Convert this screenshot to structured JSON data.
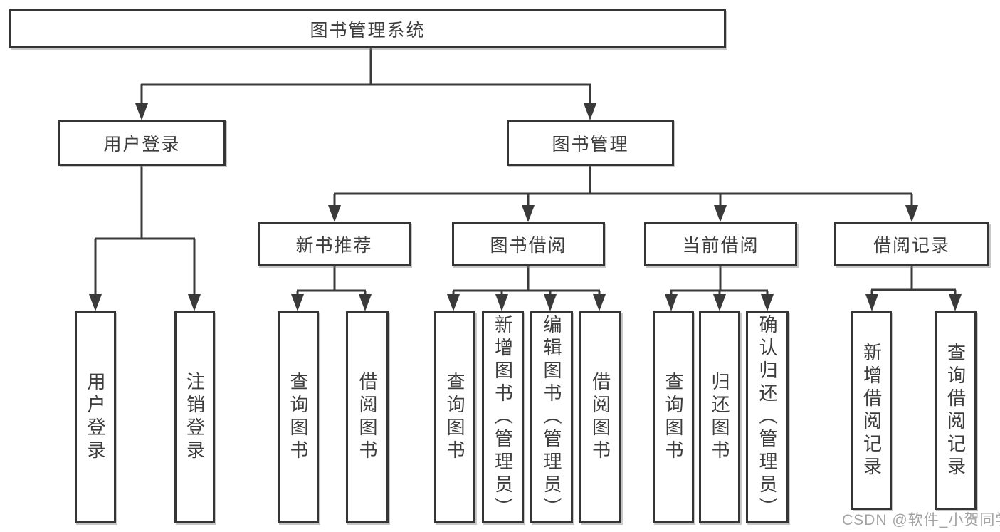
{
  "diagram": {
    "nodes": {
      "root": "图书管理系统",
      "user_login": "用户登录",
      "book_mgmt": "图书管理",
      "new_book_rec": "新书推荐",
      "book_borrow": "图书借阅",
      "current_borrow": "当前借阅",
      "borrow_record": "借阅记录",
      "ul_user_login": "用户登录",
      "ul_logout": "注销登录",
      "nbr_query_book": "查询图书",
      "nbr_borrow_book": "借阅图书",
      "bb_query_book": "查询图书",
      "bb_add_book": "新增图书（管理员）",
      "bb_edit_book": "编辑图书（管理员）",
      "bb_borrow_book": "借阅图书",
      "cb_query_book": "查询图书",
      "cb_return_book": "归还图书",
      "cb_confirm_return": "确认归还（管理员）",
      "br_add_record": "新增借阅记录",
      "br_query_record": "查询借阅记录"
    },
    "hierarchy": {
      "图书管理系统": {
        "用户登录": [
          "用户登录",
          "注销登录"
        ],
        "图书管理": {
          "新书推荐": [
            "查询图书",
            "借阅图书"
          ],
          "图书借阅": [
            "查询图书",
            "新增图书（管理员）",
            "编辑图书（管理员）",
            "借阅图书"
          ],
          "当前借阅": [
            "查询图书",
            "归还图书",
            "确认归还（管理员）"
          ],
          "借阅记录": [
            "新增借阅记录",
            "查询借阅记录"
          ]
        }
      }
    },
    "colors": {
      "line": "#3a3a3a",
      "border": "#353535",
      "text": "#3d3d3d",
      "background": "#ffffff",
      "watermark": "#9e9e9e"
    }
  },
  "watermark": "CSDN @软件_小贺同学"
}
